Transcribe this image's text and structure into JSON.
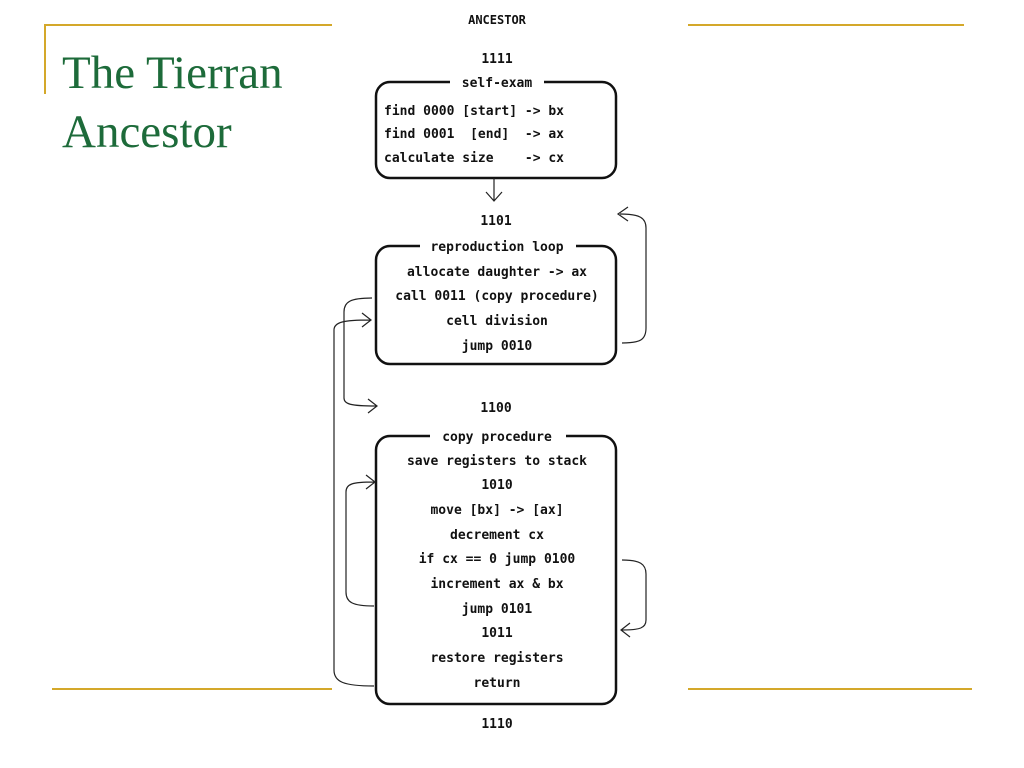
{
  "slide": {
    "title_line1": "The Tierran",
    "title_line2": "Ancestor",
    "colors": {
      "accent_rule": "#d4a82a",
      "title": "#1d6b3a"
    }
  },
  "diagram": {
    "heading": "ANCESTOR",
    "template_top": "1111",
    "self_exam": {
      "header": "self-exam",
      "lines": [
        "find 0000 [start] -> bx",
        "find 0001  [end]  -> ax",
        "calculate size    -> cx"
      ]
    },
    "template_repro": "1101",
    "reproduction_loop": {
      "header": "reproduction loop",
      "lines": [
        "allocate daughter -> ax",
        "call 0011 (copy procedure)",
        "cell division",
        "jump 0010"
      ]
    },
    "template_copy": "1100",
    "copy_procedure": {
      "header": "copy procedure",
      "lines": [
        "save registers to stack",
        "1010",
        "move [bx] -> [ax]",
        "decrement cx",
        "if cx == 0 jump 0100",
        "increment ax & bx",
        "jump 0101",
        "1011",
        "restore registers",
        "return"
      ]
    },
    "template_bottom": "1110"
  }
}
